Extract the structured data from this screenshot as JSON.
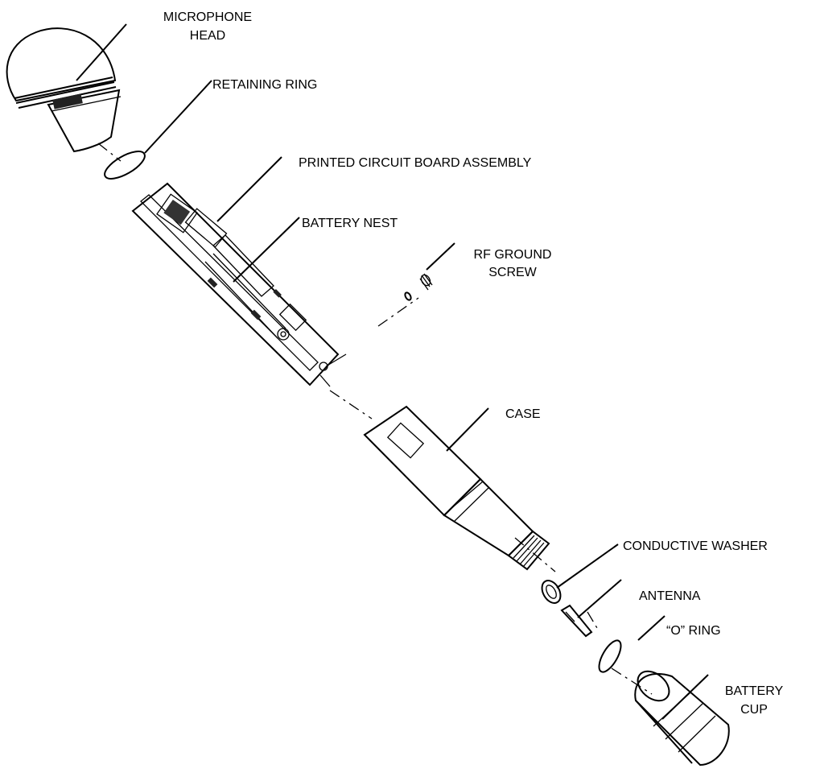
{
  "labels": {
    "microphone_head_line1": "MICROPHONE",
    "microphone_head_line2": "HEAD",
    "retaining_ring": "RETAINING RING",
    "pcb_assembly": "PRINTED CIRCUIT BOARD ASSEMBLY",
    "battery_nest": "BATTERY NEST",
    "rf_ground_screw_line1": "RF GROUND",
    "rf_ground_screw_line2": "SCREW",
    "case": "CASE",
    "conductive_washer": "CONDUCTIVE WASHER",
    "antenna": "ANTENNA",
    "o_ring": "“O” RING",
    "battery_cup_line1": "BATTERY",
    "battery_cup_line2": "CUP"
  },
  "colors": {
    "stroke": "#000000",
    "background": "#ffffff"
  }
}
